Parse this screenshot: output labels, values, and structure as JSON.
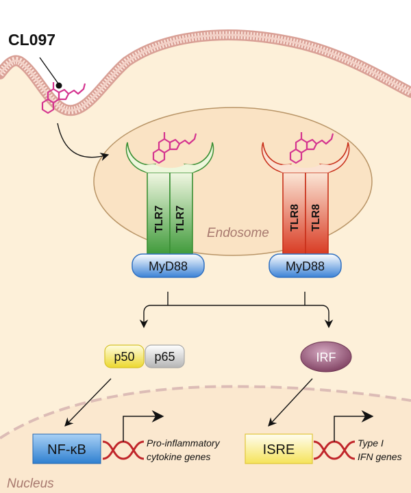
{
  "ligand": {
    "name": "CL097"
  },
  "compartments": {
    "endosome": "Endosome",
    "nucleus": "Nucleus"
  },
  "receptors": {
    "left": {
      "chain_a": "TLR7",
      "chain_b": "TLR7",
      "adaptor": "MyD88"
    },
    "right": {
      "chain_a": "TLR8",
      "chain_b": "TLR8",
      "adaptor": "MyD88"
    }
  },
  "factors": {
    "p50": "p50",
    "p65": "p65",
    "irf": "IRF"
  },
  "promoters": {
    "nfkb": "NF-κB",
    "isre": "ISRE"
  },
  "genes": {
    "left": {
      "line1": "Pro-inflammatory",
      "line2": "cytokine genes"
    },
    "right": {
      "line1": "Type I",
      "line2": "IFN genes"
    }
  },
  "colors": {
    "cytoplasm": "#fdf0d9",
    "membrane": "#e3a39c",
    "ligand": "#d4338f",
    "tlr7": "#3f9a3a",
    "tlr8": "#d83a22",
    "myd88": "#3b82d6",
    "p50": "#f3e047",
    "p65": "#c9c9c9",
    "irf": "#8e4f70",
    "nfkb": "#3d8fd6",
    "isre": "#f5e35a",
    "dna": "#c0252a"
  }
}
